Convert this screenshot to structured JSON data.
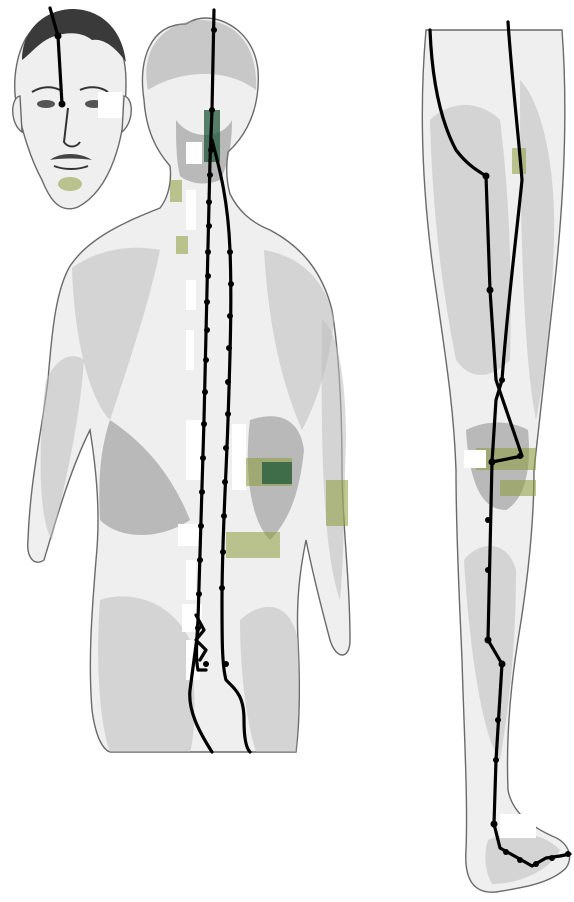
{
  "figure": {
    "panels": [
      "face",
      "back",
      "leg"
    ],
    "colors": {
      "background": "#ffffff",
      "skin": "#efefef",
      "shading": "#9a9a9a",
      "channel_line": "#000000",
      "acupoint": "#000000",
      "tint_yellow": "#8c9a3a",
      "tint_green": "#1f5a3c"
    }
  }
}
